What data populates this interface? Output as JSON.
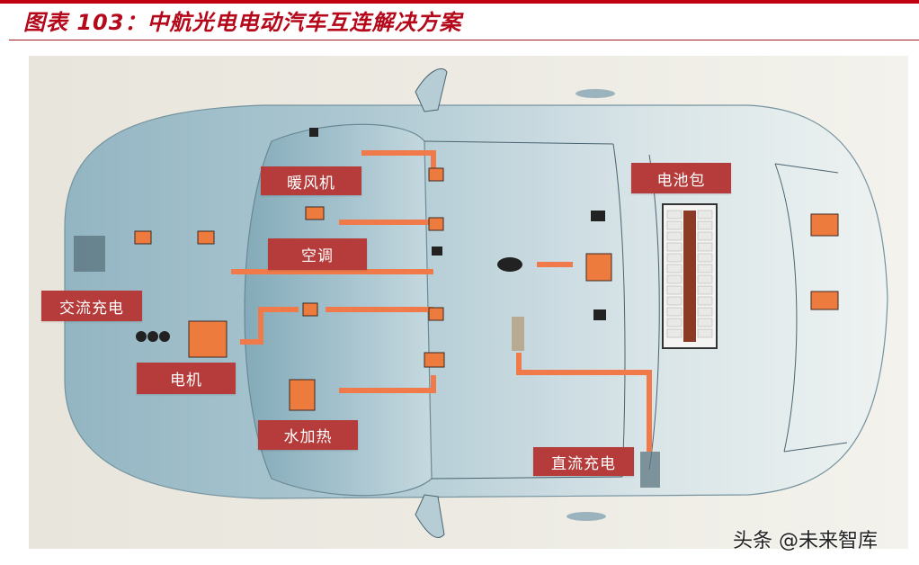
{
  "figure": {
    "title": "图表 103：中航光电电动汽车互连解决方案",
    "top_bar_color": "#c00010",
    "title_color": "#b5081a"
  },
  "photo": {
    "description": "Top-down view of translucent EV model showing connector locations linked by orange wiring",
    "wire_color": "#f07a4a",
    "label_color": "#b53c3a",
    "labels": [
      {
        "id": "heater",
        "text": "暖风机"
      },
      {
        "id": "ac",
        "text": "空调"
      },
      {
        "id": "ac-charging",
        "text": "交流充电"
      },
      {
        "id": "motor",
        "text": "电机"
      },
      {
        "id": "water-heating",
        "text": "水加热"
      },
      {
        "id": "battery-pack",
        "text": "电池包"
      },
      {
        "id": "dc-charging",
        "text": "直流充电"
      }
    ]
  },
  "watermark": {
    "text": "头条 @未来智库"
  }
}
